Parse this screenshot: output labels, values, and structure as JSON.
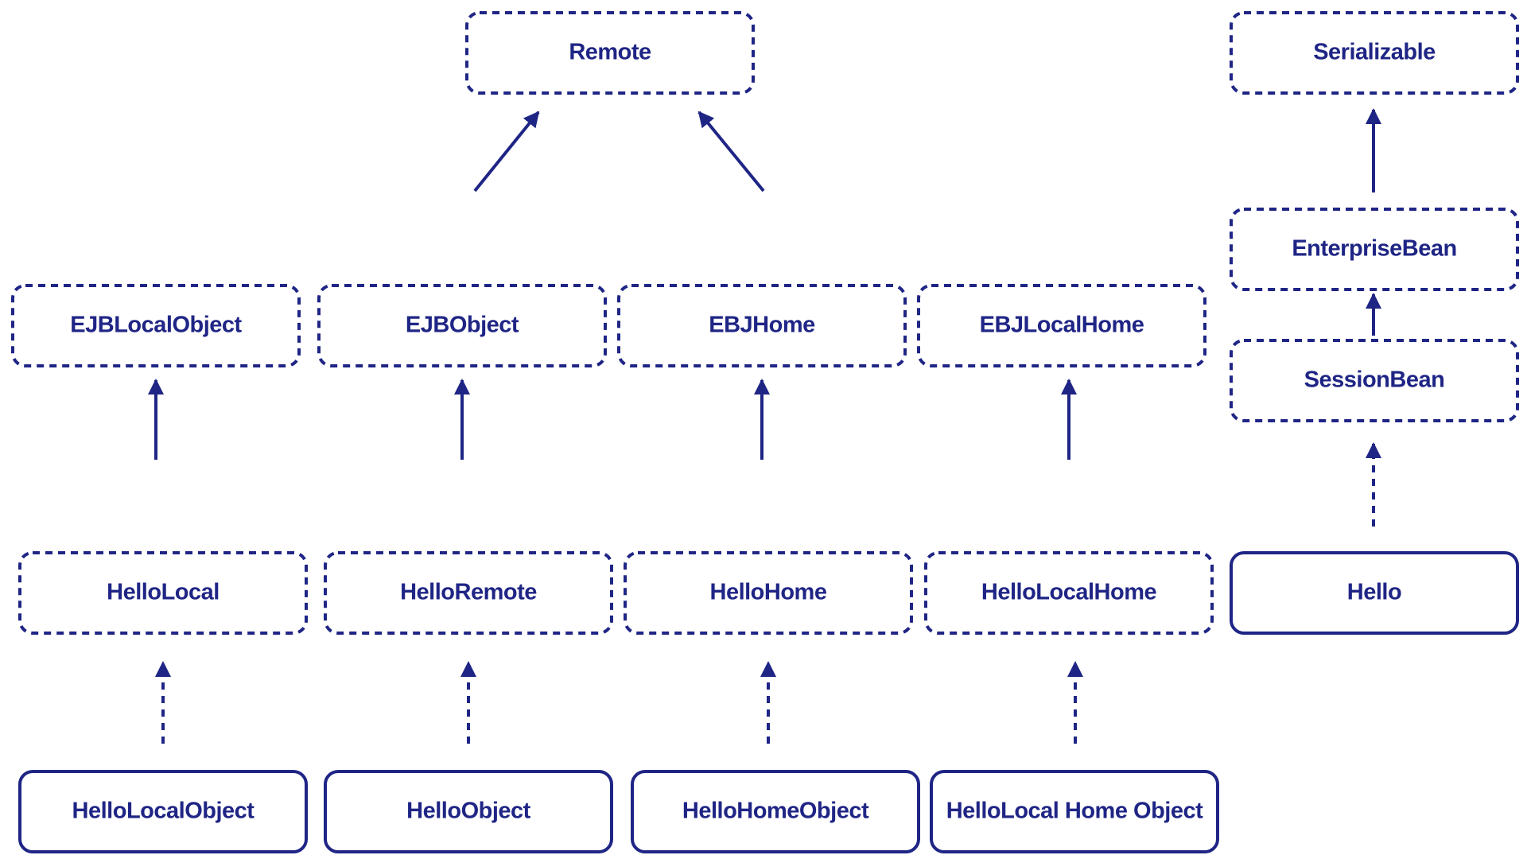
{
  "colors": {
    "primary": "#1f2585",
    "background": "#ffffff"
  },
  "nodes": {
    "remote": {
      "label": "Remote",
      "kind": "interface"
    },
    "serializable": {
      "label": "Serializable",
      "kind": "interface"
    },
    "enterprise_bean": {
      "label": "EnterpriseBean",
      "kind": "interface"
    },
    "session_bean": {
      "label": "SessionBean",
      "kind": "interface"
    },
    "ejb_local_object": {
      "label": "EJBLocalObject",
      "kind": "interface"
    },
    "ejb_object": {
      "label": "EJBObject",
      "kind": "interface"
    },
    "ebj_home": {
      "label": "EBJHome",
      "kind": "interface"
    },
    "ebj_local_home": {
      "label": "EBJLocalHome",
      "kind": "interface"
    },
    "hello_local": {
      "label": "HelloLocal",
      "kind": "interface"
    },
    "hello_remote": {
      "label": "HelloRemote",
      "kind": "interface"
    },
    "hello_home": {
      "label": "HelloHome",
      "kind": "interface"
    },
    "hello_local_home": {
      "label": "HelloLocalHome",
      "kind": "interface"
    },
    "hello": {
      "label": "Hello",
      "kind": "class"
    },
    "hello_local_object": {
      "label": "HelloLocalObject",
      "kind": "class"
    },
    "hello_object": {
      "label": "HelloObject",
      "kind": "class"
    },
    "hello_home_object": {
      "label": "HelloHomeObject",
      "kind": "class"
    },
    "hello_local_home_object": {
      "label": "HelloLocal Home Object",
      "kind": "class"
    }
  },
  "edges": [
    {
      "from": "ejb_object",
      "to": "remote",
      "style": "solid"
    },
    {
      "from": "ebj_home",
      "to": "remote",
      "style": "solid"
    },
    {
      "from": "hello_local",
      "to": "ejb_local_object",
      "style": "solid"
    },
    {
      "from": "hello_remote",
      "to": "ejb_object",
      "style": "solid"
    },
    {
      "from": "hello_home",
      "to": "ebj_home",
      "style": "solid"
    },
    {
      "from": "hello_local_home",
      "to": "ebj_local_home",
      "style": "solid"
    },
    {
      "from": "hello_local_object",
      "to": "hello_local",
      "style": "dashed"
    },
    {
      "from": "hello_object",
      "to": "hello_remote",
      "style": "dashed"
    },
    {
      "from": "hello_home_object",
      "to": "hello_home",
      "style": "dashed"
    },
    {
      "from": "hello_local_home_object",
      "to": "hello_local_home",
      "style": "dashed"
    },
    {
      "from": "enterprise_bean",
      "to": "serializable",
      "style": "solid"
    },
    {
      "from": "session_bean",
      "to": "enterprise_bean",
      "style": "solid"
    },
    {
      "from": "hello",
      "to": "session_bean",
      "style": "dashed"
    }
  ]
}
